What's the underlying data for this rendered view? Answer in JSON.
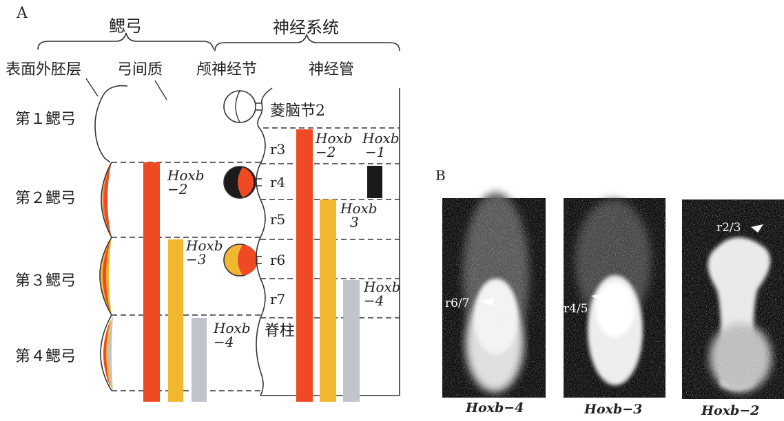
{
  "panel_a": {
    "label": "A",
    "headers": {
      "arch": "鳃弓",
      "nervous": "神经系统"
    },
    "columns": {
      "ectoderm": "表面外胚层",
      "mesenchyme": "弓间质",
      "ganglion": "颅神经节",
      "tube": "神经管"
    },
    "arches": [
      "第１鳃弓",
      "第２鳃弓",
      "第３鳃弓",
      "第４鳃弓"
    ],
    "rhombomere_header": "菱脑节2",
    "rhombomeres": [
      "r3",
      "r4",
      "r5",
      "r6",
      "r7"
    ],
    "spine": "脊柱",
    "gene_labels": {
      "hoxb2_arch_a": "Hoxb",
      "hoxb2_arch_b": "−2",
      "hoxb3_arch_a": "Hoxb",
      "hoxb3_arch_b": "−3",
      "hoxb4_arch_a": "Hoxb",
      "hoxb4_arch_b": "−4",
      "hoxb2_tube_a": "Hoxb",
      "hoxb2_tube_b": "−2",
      "hoxb1_tube_a": "Hoxb",
      "hoxb1_tube_b": "−1",
      "hoxb3_tube_a": "Hoxb",
      "hoxb3_tube_b": "3",
      "hoxb4_tube_a": "Hoxb",
      "hoxb4_tube_b": "−4"
    },
    "colors": {
      "hoxb2": "#ee4a24",
      "hoxb3": "#f2b731",
      "hoxb4": "#c2c4cc",
      "hoxb1": "#1a1a1a"
    }
  },
  "panel_b": {
    "label": "B",
    "images": [
      {
        "marker": "r6/7",
        "caption": "Hoxb−4"
      },
      {
        "marker": "r4/5",
        "caption": "Hoxb−3"
      },
      {
        "marker": "r2/3",
        "caption": "Hoxb−2"
      }
    ]
  }
}
